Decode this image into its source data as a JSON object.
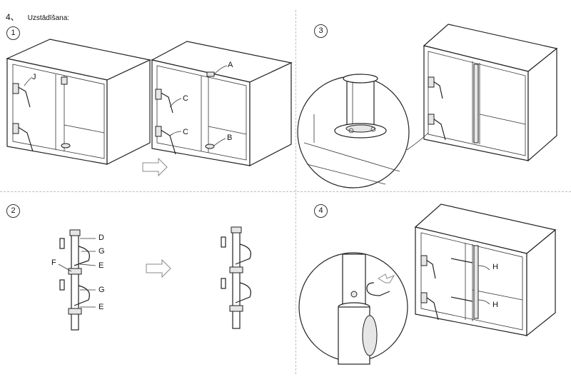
{
  "header": {
    "section": "4、",
    "title": "Uzstādīšana:"
  },
  "steps": {
    "s1": "1",
    "s2": "2",
    "s3": "3",
    "s4": "4"
  },
  "labels": {
    "J": "J",
    "A": "A",
    "C1": "C",
    "C2": "C",
    "B": "B",
    "D": "D",
    "G1": "G",
    "F": "F",
    "E1": "E",
    "G2": "G",
    "E2": "E",
    "H1": "H",
    "H2": "H"
  }
}
